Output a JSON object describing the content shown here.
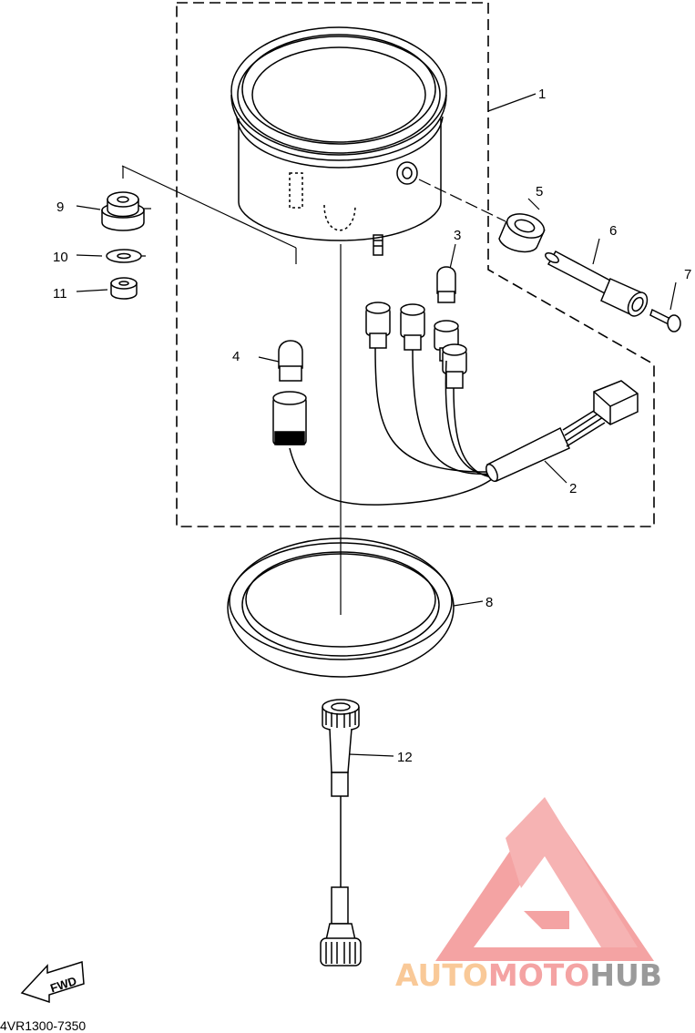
{
  "labels": {
    "p1": "1",
    "p2": "2",
    "p3": "3",
    "p4": "4",
    "p5": "5",
    "p6": "6",
    "p7": "7",
    "p8": "8",
    "p9": "9",
    "p10": "10",
    "p11": "11",
    "p12": "12"
  },
  "fwd_label": "FWD",
  "diagram_code": "4VR1300-7350",
  "watermark": {
    "part1": "AUTO",
    "part2": "MOTO",
    "part3": "HUB"
  },
  "colors": {
    "line": "#000000",
    "wm_red": "#f4a3a3",
    "wm_orange": "#f9c998",
    "wm_gray": "#9a9a9a"
  }
}
